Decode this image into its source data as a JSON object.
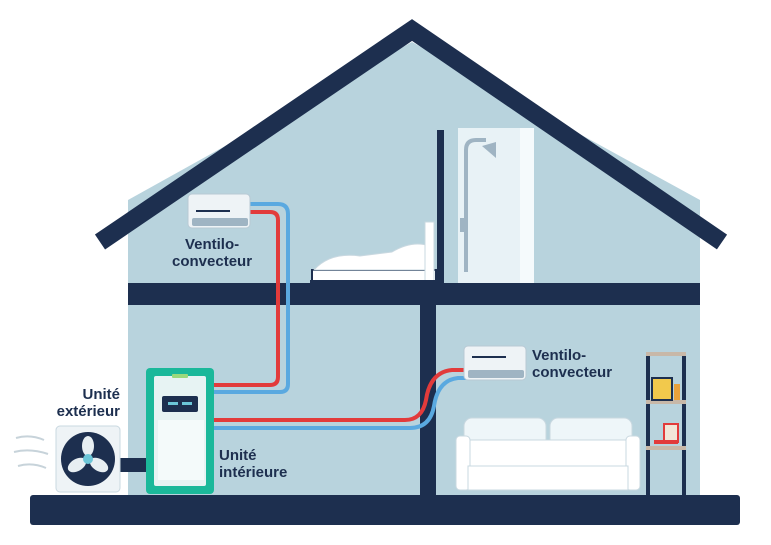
{
  "colors": {
    "navy": "#1d2f4f",
    "wall": "#b8d3dd",
    "hot_pipe": "#e23b3b",
    "cold_pipe": "#5aa9e0",
    "unit_green": "#1bb89a",
    "white": "#ffffff"
  },
  "labels": {
    "fan_coil_upper": {
      "line1": "Ventilo-",
      "line2": "convecteur"
    },
    "fan_coil_lower": {
      "line1": "Ventilo-",
      "line2": "convecteur"
    },
    "outdoor_unit": {
      "line1": "Unité",
      "line2": "extérieur"
    },
    "indoor_unit": {
      "line1": "Unité",
      "line2": "intérieure"
    }
  },
  "icons": [
    "fan-icon",
    "shower-icon",
    "bed-icon",
    "sofa-icon",
    "bookshelf-icon",
    "wind-lines-icon"
  ]
}
